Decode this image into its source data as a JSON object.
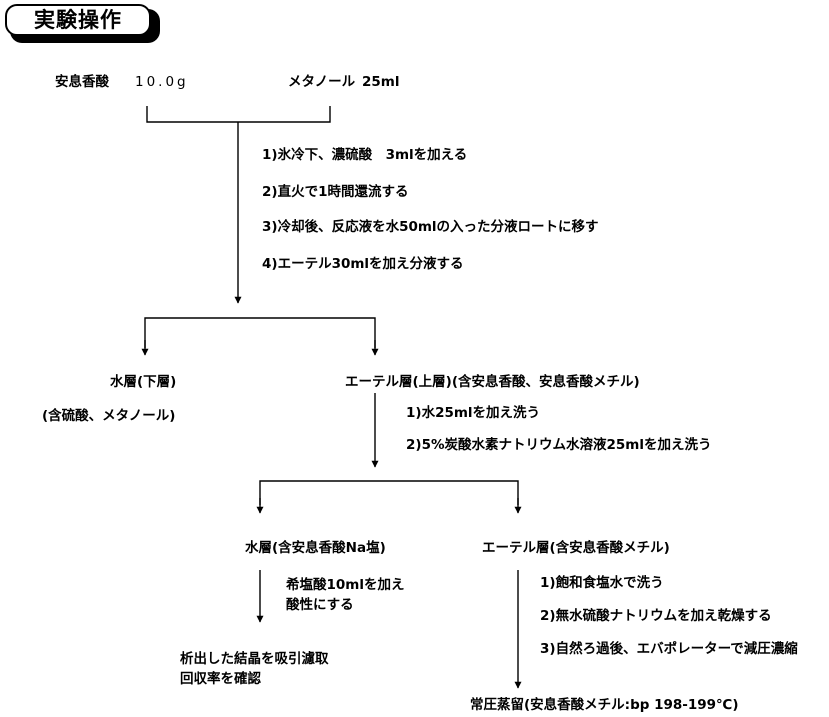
{
  "title": "実験操作",
  "reagents": {
    "reagent1": "安息香酸",
    "reagent1_amount": "10.0g",
    "reagent2": "メタノール",
    "reagent2_amount": "25ml"
  },
  "steps1": [
    "1)氷冷下、濃硫酸　3mlを加える",
    "2)直火で1時間還流する",
    "3)冷却後、反応液を水50mlの入った分液ロートに移す",
    "4)エーテル30mlを加え分液する"
  ],
  "split1": {
    "left_label": "水層(下層)",
    "left_note": "(含硫酸、メタノール)",
    "right_label": "エーテル層(上層)(含安息香酸、安息香酸メチル)"
  },
  "steps2": [
    "1)水25mlを加え洗う",
    "2)5%炭酸水素ナトリウム水溶液25mlを加え洗う"
  ],
  "split2": {
    "left_label": "水層(含安息香酸Na塩)",
    "right_label": "エーテル層(含安息香酸メチル)"
  },
  "left_steps": [
    "希塩酸10mlを加え",
    "酸性にする"
  ],
  "left_result": [
    "析出した結晶を吸引濾取",
    "回収率を確認"
  ],
  "right_steps": [
    "1)飽和食塩水で洗う",
    "2)無水硫酸ナトリウムを加え乾燥する",
    "3)自然ろ過後、エバポレーターで減圧濃縮"
  ],
  "final": "常圧蒸留(安息香酸メチル:bp 198-199℃)"
}
